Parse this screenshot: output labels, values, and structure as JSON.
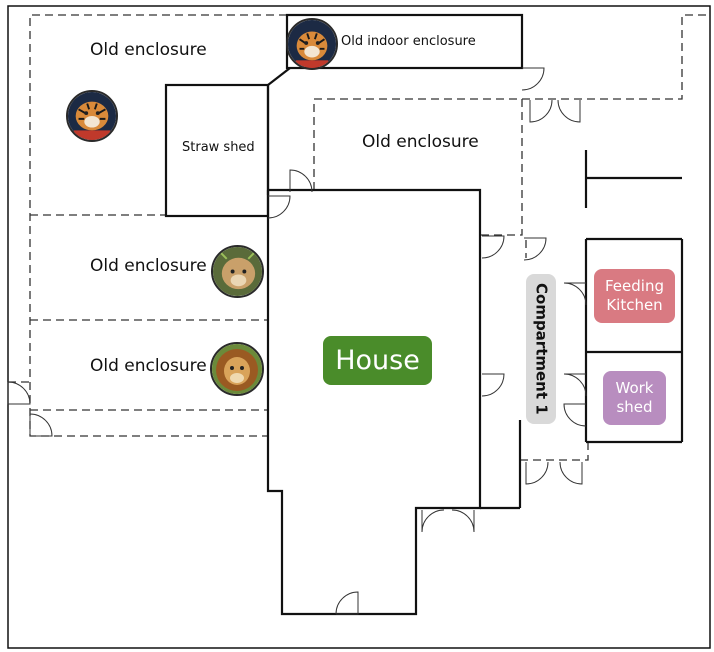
{
  "rooms": {
    "old_enclosure_top_left": "Old enclosure",
    "old_indoor_enclosure": "Old indoor enclosure",
    "straw_shed": "Straw shed",
    "old_enclosure_center": "Old enclosure",
    "old_enclosure_mid_left": "Old enclosure",
    "old_enclosure_lower_left": "Old enclosure",
    "house": "House",
    "compartment": "Compartment 1",
    "feeding_kitchen": "Feeding Kitchen",
    "work_shed": "Work shed"
  },
  "colors": {
    "house_badge": "#4a8c2a",
    "compartment_badge": "#d9d9d9",
    "feeding_kitchen_badge": "#d97a82",
    "work_shed_badge": "#b88dbf",
    "wall": "#111111",
    "dashed_wall": "#333333"
  },
  "animals": {
    "tiger_icon": "tiger",
    "lioness_icon": "lioness",
    "lion_icon": "lion"
  }
}
